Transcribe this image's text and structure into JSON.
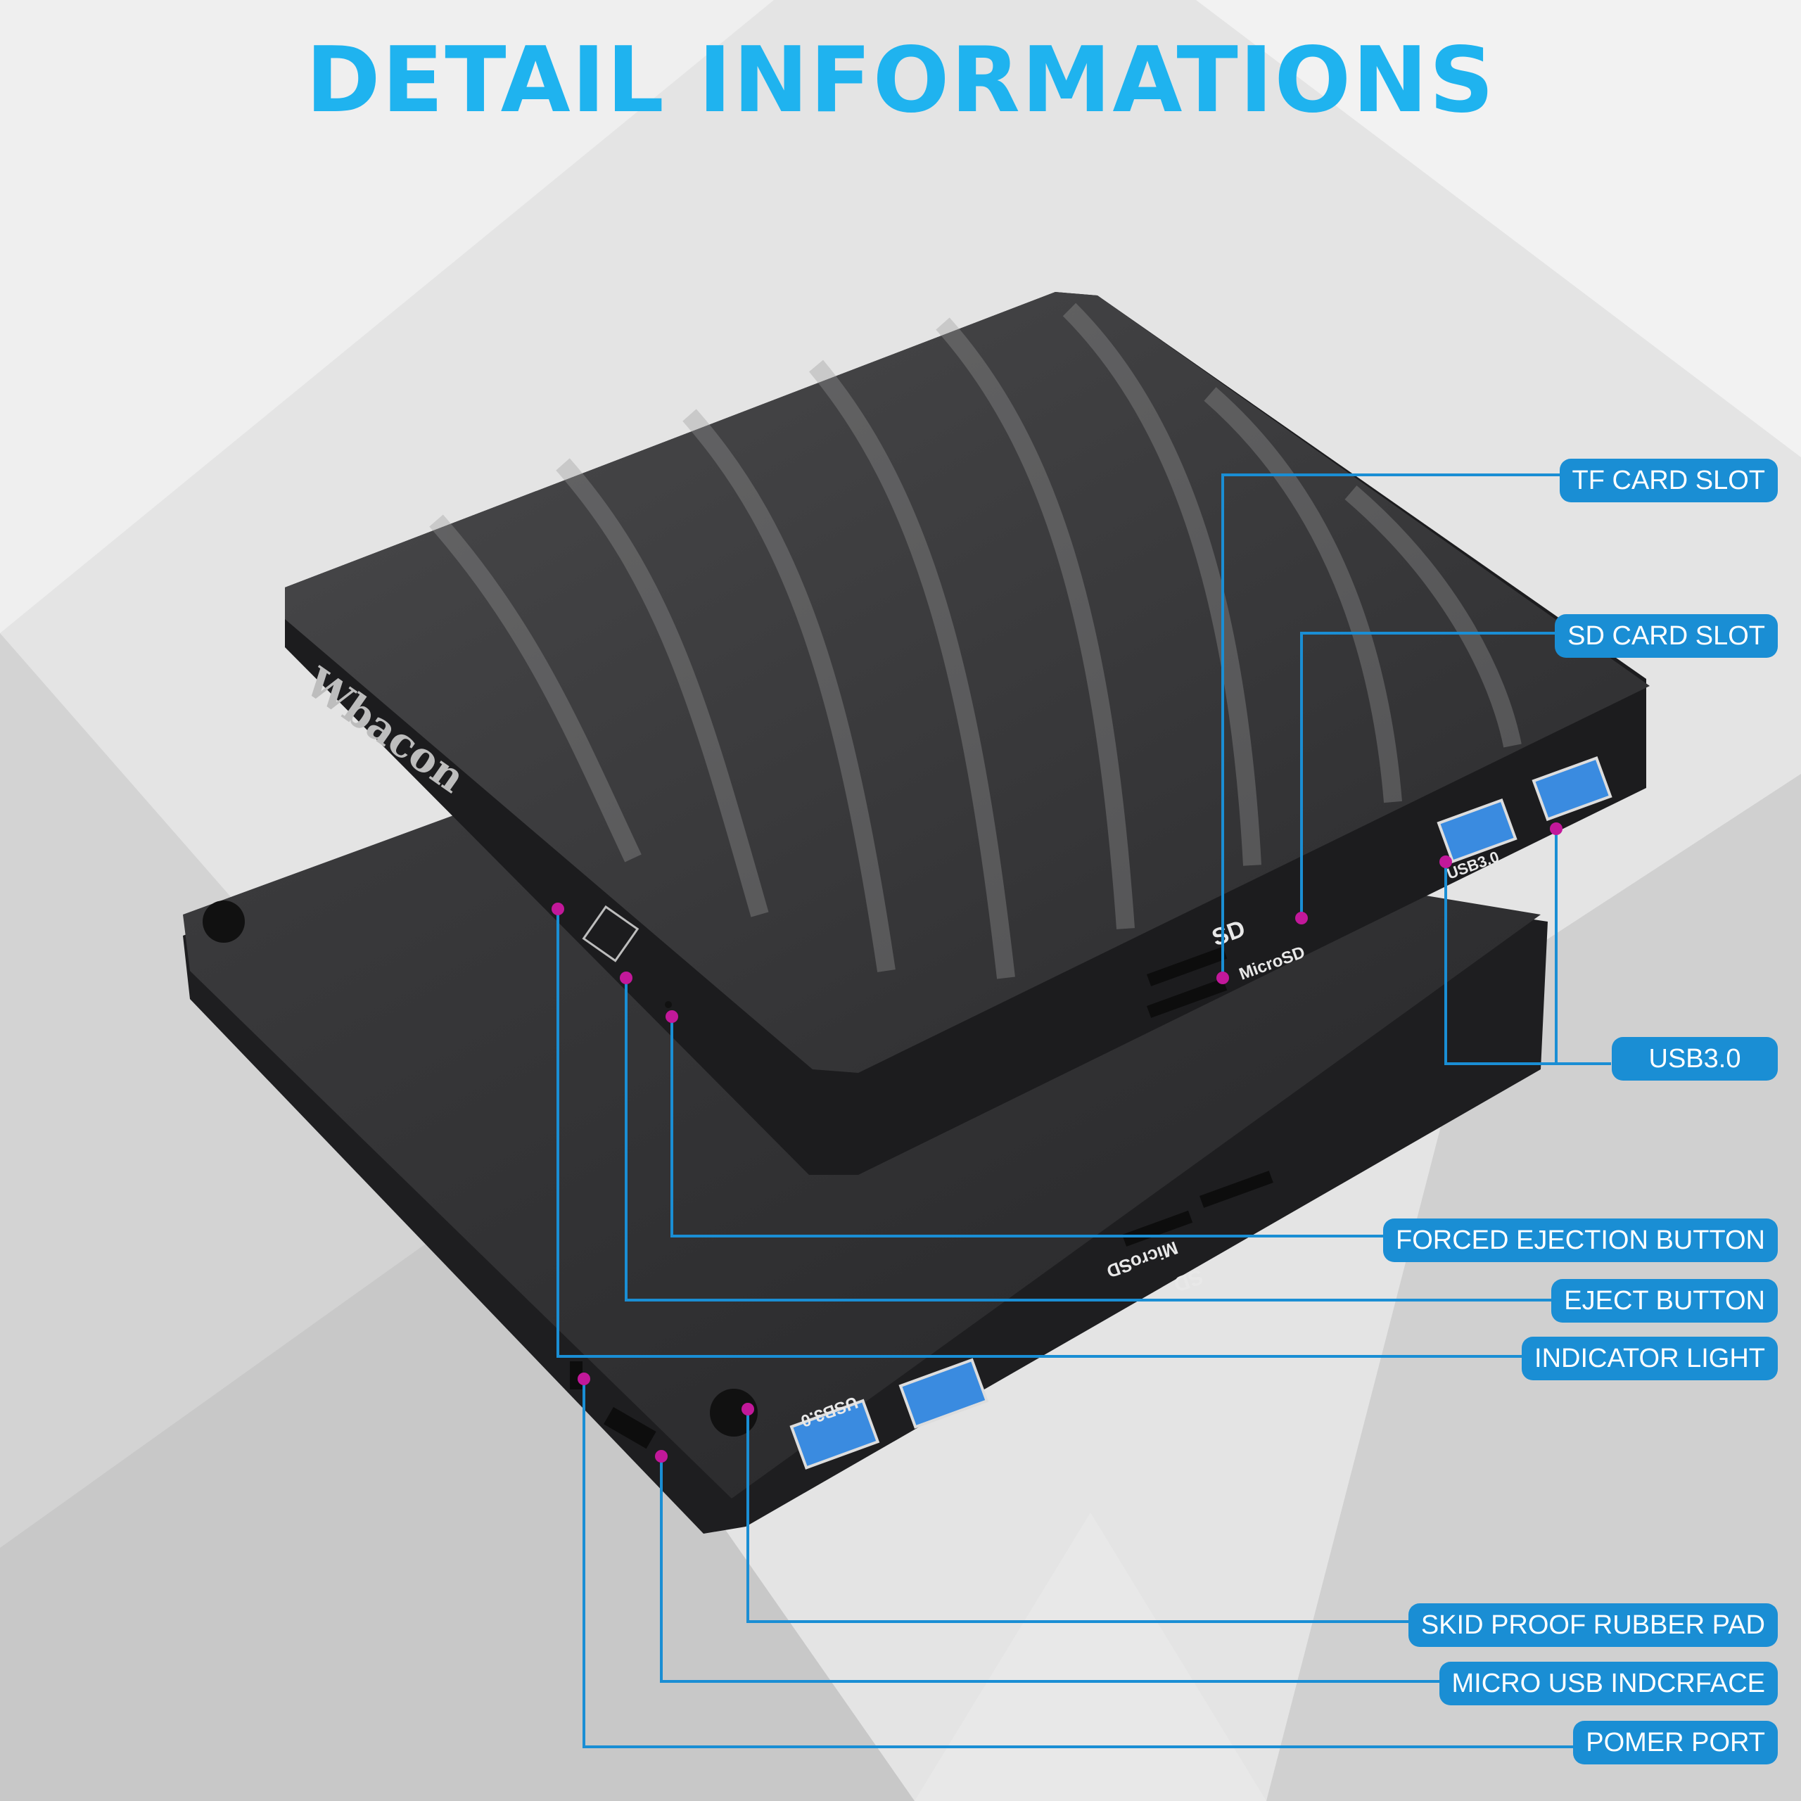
{
  "title": "DETAIL INFORMATIONS",
  "brand": "Wbacon",
  "device_markings": {
    "sd": "SD",
    "microsd": "MicroSD",
    "usb": "USB3.0",
    "usb_bottom": "USB3.0"
  },
  "callouts": [
    {
      "id": "tf",
      "label": "TF CARD SLOT"
    },
    {
      "id": "sd",
      "label": "SD CARD SLOT"
    },
    {
      "id": "usb",
      "label": "USB3.0"
    },
    {
      "id": "force",
      "label": "FORCED EJECTION BUTTON"
    },
    {
      "id": "eject",
      "label": "EJECT BUTTON"
    },
    {
      "id": "indicator",
      "label": "INDICATOR LIGHT"
    },
    {
      "id": "pad",
      "label": "SKID PROOF RUBBER PAD"
    },
    {
      "id": "microusb",
      "label": "MICRO USB INDCRFACE"
    },
    {
      "id": "power",
      "label": "POMER PORT"
    }
  ],
  "colors": {
    "title": "#1fb3ef",
    "callout_line": "#1a8ed4",
    "callout_dot": "#c2189a",
    "device": "#2b2b2d",
    "usb_port": "#3a8be0"
  }
}
